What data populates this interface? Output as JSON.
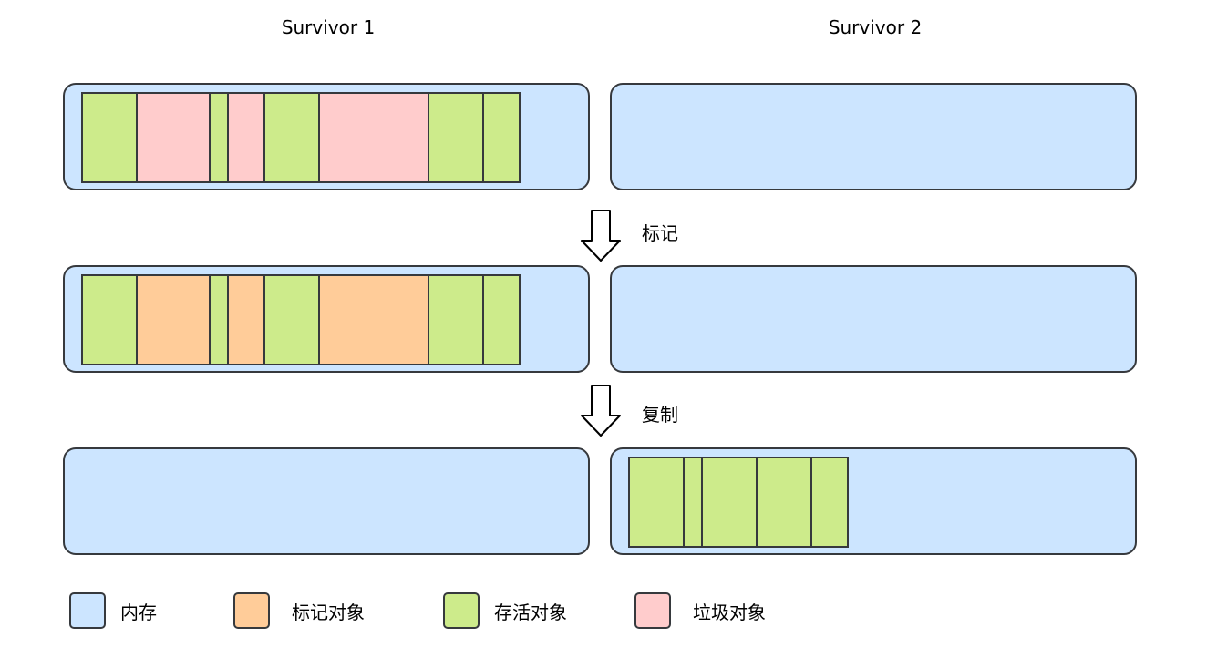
{
  "colors": {
    "memory": "#cce5ff",
    "marked": "#ffcc99",
    "live": "#cdeb8b",
    "garbage": "#ffcccc",
    "border": "#36393d"
  },
  "headers": {
    "s1": "Survivor 1",
    "s2": "Survivor 2"
  },
  "steps": {
    "mark": "标记",
    "copy": "复制"
  },
  "rows": [
    {
      "s1_cells": [
        "live",
        "garbage",
        "live",
        "garbage",
        "live",
        "garbage",
        "live",
        "live"
      ],
      "s2_cells": []
    },
    {
      "s1_cells": [
        "live",
        "marked",
        "live",
        "marked",
        "live",
        "marked",
        "live",
        "live"
      ],
      "s2_cells": []
    },
    {
      "s1_cells": [],
      "s2_cells": [
        "live",
        "live",
        "live",
        "live",
        "live"
      ]
    }
  ],
  "legend": [
    {
      "key": "memory",
      "label": "内存"
    },
    {
      "key": "marked",
      "label": "标记对象"
    },
    {
      "key": "live",
      "label": "存活对象"
    },
    {
      "key": "garbage",
      "label": "垃圾对象"
    }
  ]
}
